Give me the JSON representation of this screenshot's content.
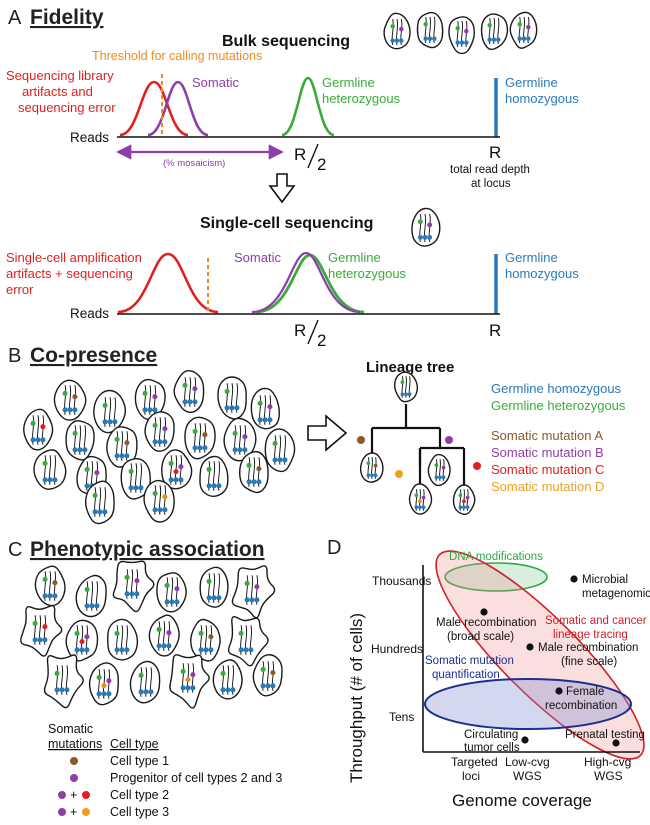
{
  "panel_a": {
    "letter": "A",
    "title": "Fidelity",
    "bulk_title": "Bulk sequencing",
    "threshold_label": "Threshold for calling mutations",
    "artifacts_label": [
      "Sequencing library",
      "artifacts and",
      "sequencing error"
    ],
    "somatic_label": "Somatic",
    "germline_het_label": [
      "Germline",
      "heterozygous"
    ],
    "germline_hom_label": [
      "Germline",
      "homozygous"
    ],
    "reads_label": "Reads",
    "mosaicism_label": "(% mosaicism)",
    "r_half_label": "R",
    "r_half_denominator": "2",
    "r_label": "R",
    "depth_label": [
      "total read depth",
      "at locus"
    ],
    "sc_title": "Single-cell sequencing",
    "sc_artifacts_label": [
      "Single-cell amplification",
      "artifacts + sequencing",
      "error"
    ],
    "sc_somatic_label": "Somatic",
    "sc_germline_het_label": [
      "Germline",
      "heterozygous"
    ],
    "sc_germline_hom_label": [
      "Germline",
      "homozygous"
    ],
    "sc_reads_label": "Reads",
    "sc_r_half_label": "R",
    "sc_r_half_denominator": "2",
    "sc_r_label": "R"
  },
  "panel_b": {
    "letter": "B",
    "title": "Co-presence",
    "tree_title": "Lineage tree",
    "legend": [
      {
        "label": "Germline homozygous",
        "color": "#2a7ab8"
      },
      {
        "label": "Germline heterozygous",
        "color": "#3aab3a"
      },
      {
        "label": "Somatic mutation A",
        "color": "#8b5a2b"
      },
      {
        "label": "Somatic mutation B",
        "color": "#8e3ea8"
      },
      {
        "label": "Somatic mutation C",
        "color": "#e0201e"
      },
      {
        "label": "Somatic mutation D",
        "color": "#f0a020"
      }
    ]
  },
  "panel_c": {
    "letter": "C",
    "title": "Phenotypic association",
    "col_mutations": [
      "Somatic",
      "mutations"
    ],
    "col_celltype": "Cell type",
    "rows": [
      {
        "label": "Cell type 1"
      },
      {
        "label": "Progenitor of cell types 2 and 3"
      },
      {
        "label": "Cell type 2",
        "plus": "+"
      },
      {
        "label": "Cell type 3",
        "plus": "+"
      }
    ]
  },
  "panel_d": {
    "letter": "D",
    "y_label": "Throughput (# of cells)",
    "x_label": "Genome coverage",
    "y_ticks": [
      "Thousands",
      "Hundreds",
      "Tens"
    ],
    "x_ticks": [
      [
        "Targeted",
        "loci"
      ],
      [
        "Low-cvg",
        "WGS"
      ],
      [
        "High-cvg",
        "WGS"
      ]
    ],
    "regions": [
      {
        "label": "DNA modifications",
        "color": "#2ea84a"
      },
      {
        "label": [
          "Somatic and cancer",
          "lineage tracing"
        ],
        "color": "#d0202a"
      },
      {
        "label": [
          "Somatic mutation",
          "quantification"
        ],
        "color": "#1c2f8f"
      }
    ],
    "points": [
      {
        "label": [
          "Microbial",
          "metagenomics"
        ]
      },
      {
        "label": [
          "Male recombination",
          "(broad scale)"
        ]
      },
      {
        "label": [
          "Male recombination",
          "(fine scale)"
        ]
      },
      {
        "label": [
          "Female",
          "recombination"
        ]
      },
      {
        "label": [
          "Circulating",
          "tumor cells"
        ]
      },
      {
        "label": [
          "Prenatal testing"
        ]
      }
    ]
  },
  "colors": {
    "red": "#e0201e",
    "orange": "#f08a1e",
    "purple": "#8e3ea8",
    "green": "#3aab3a",
    "blue": "#2a7ab8",
    "brown": "#8b5a2b",
    "yellow": "#f0a020"
  }
}
